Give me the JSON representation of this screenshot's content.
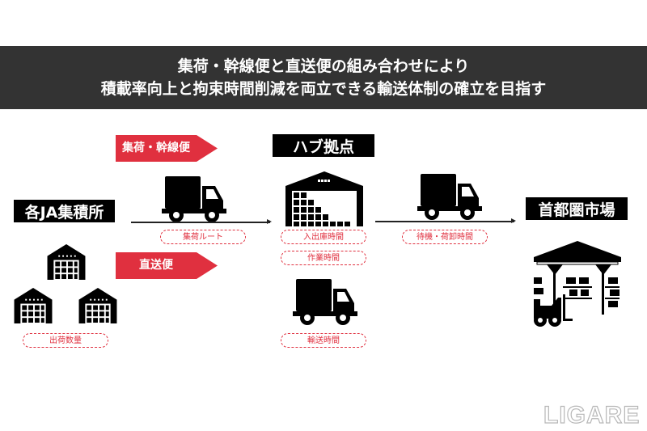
{
  "header": {
    "line1": "集荷・幹線便と直送便の組み合わせにより",
    "line2": "積載率向上と拘束時間削減を両立できる輸送体制の確立を目指す"
  },
  "nodes": {
    "origin": "各JA集積所",
    "hub": "ハブ拠点",
    "market": "首都圏市場"
  },
  "routes": {
    "trunk": "集荷・幹線便",
    "direct": "直送便"
  },
  "factors": {
    "shipment_volume": "出荷数量",
    "collection_route": "集荷ルート",
    "in_out_time": "入出庫時間",
    "work_time": "作業時間",
    "transport_time": "輸送時間",
    "wait_unload_time": "待機・荷卸時間"
  },
  "brand": {
    "logo": "LIGARE"
  },
  "colors": {
    "accent": "#e0303f",
    "banner": "#333333"
  }
}
